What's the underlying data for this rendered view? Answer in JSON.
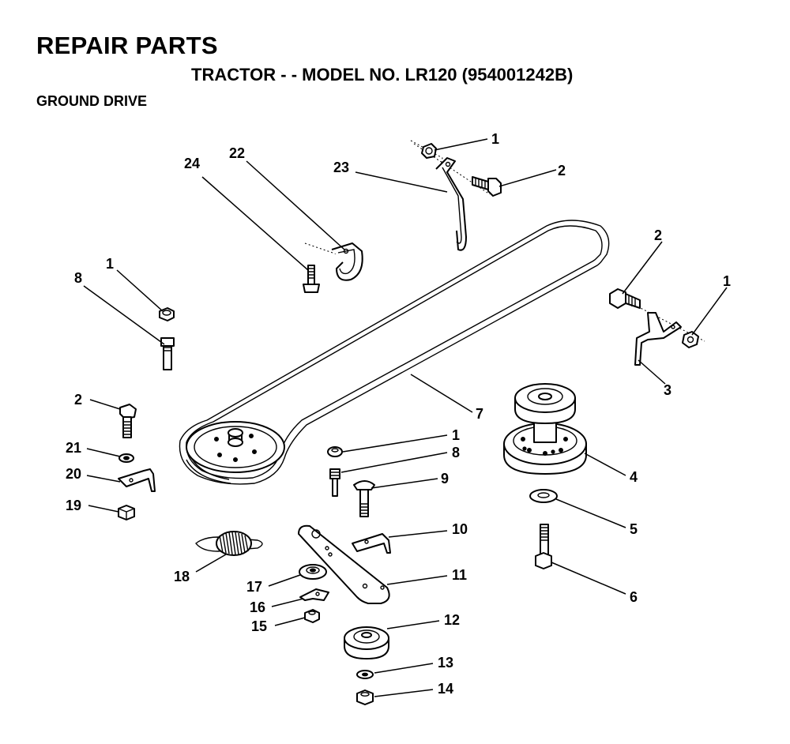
{
  "header": {
    "title": "REPAIR PARTS",
    "subtitle": "TRACTOR - - MODEL NO. LR120 (954001242B)",
    "section": "GROUND DRIVE"
  },
  "callouts": [
    "1",
    "2",
    "23",
    "22",
    "24",
    "1",
    "8",
    "2",
    "1",
    "3",
    "7",
    "2",
    "21",
    "20",
    "19",
    "1",
    "8",
    "9",
    "4",
    "5",
    "6",
    "10",
    "18",
    "11",
    "17",
    "16",
    "15",
    "12",
    "13",
    "14"
  ]
}
